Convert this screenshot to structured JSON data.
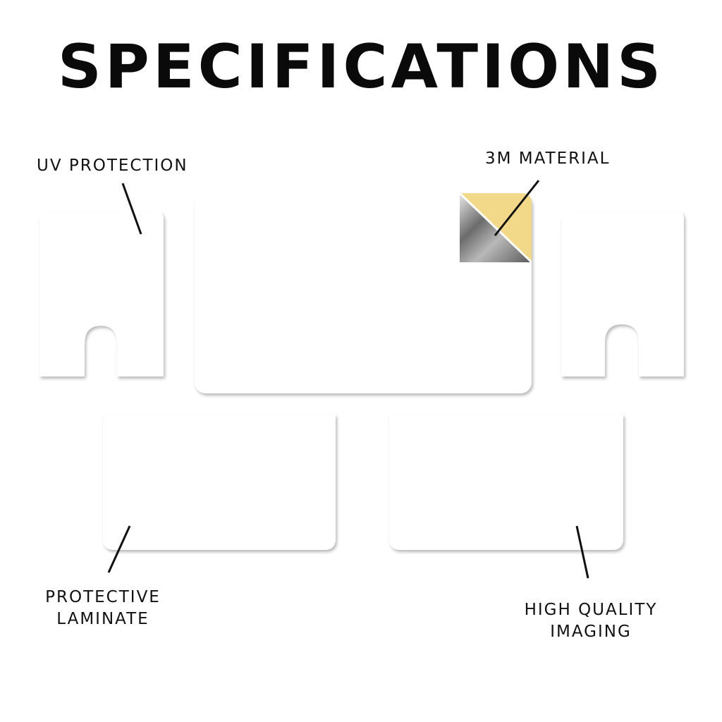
{
  "title": "SPECIFICATIONS",
  "callouts": {
    "uv_protection": "UV PROTECTION",
    "material": "3M MATERIAL",
    "protective_laminate": [
      "PROTECTIVE",
      "LAMINATE"
    ],
    "high_quality_imaging": [
      "HIGH QUALITY",
      "IMAGING"
    ]
  },
  "colors": {
    "text": "#0a0a0a",
    "backing_gold": "#f2d98a",
    "backing_silver": "#9a9a9a"
  }
}
